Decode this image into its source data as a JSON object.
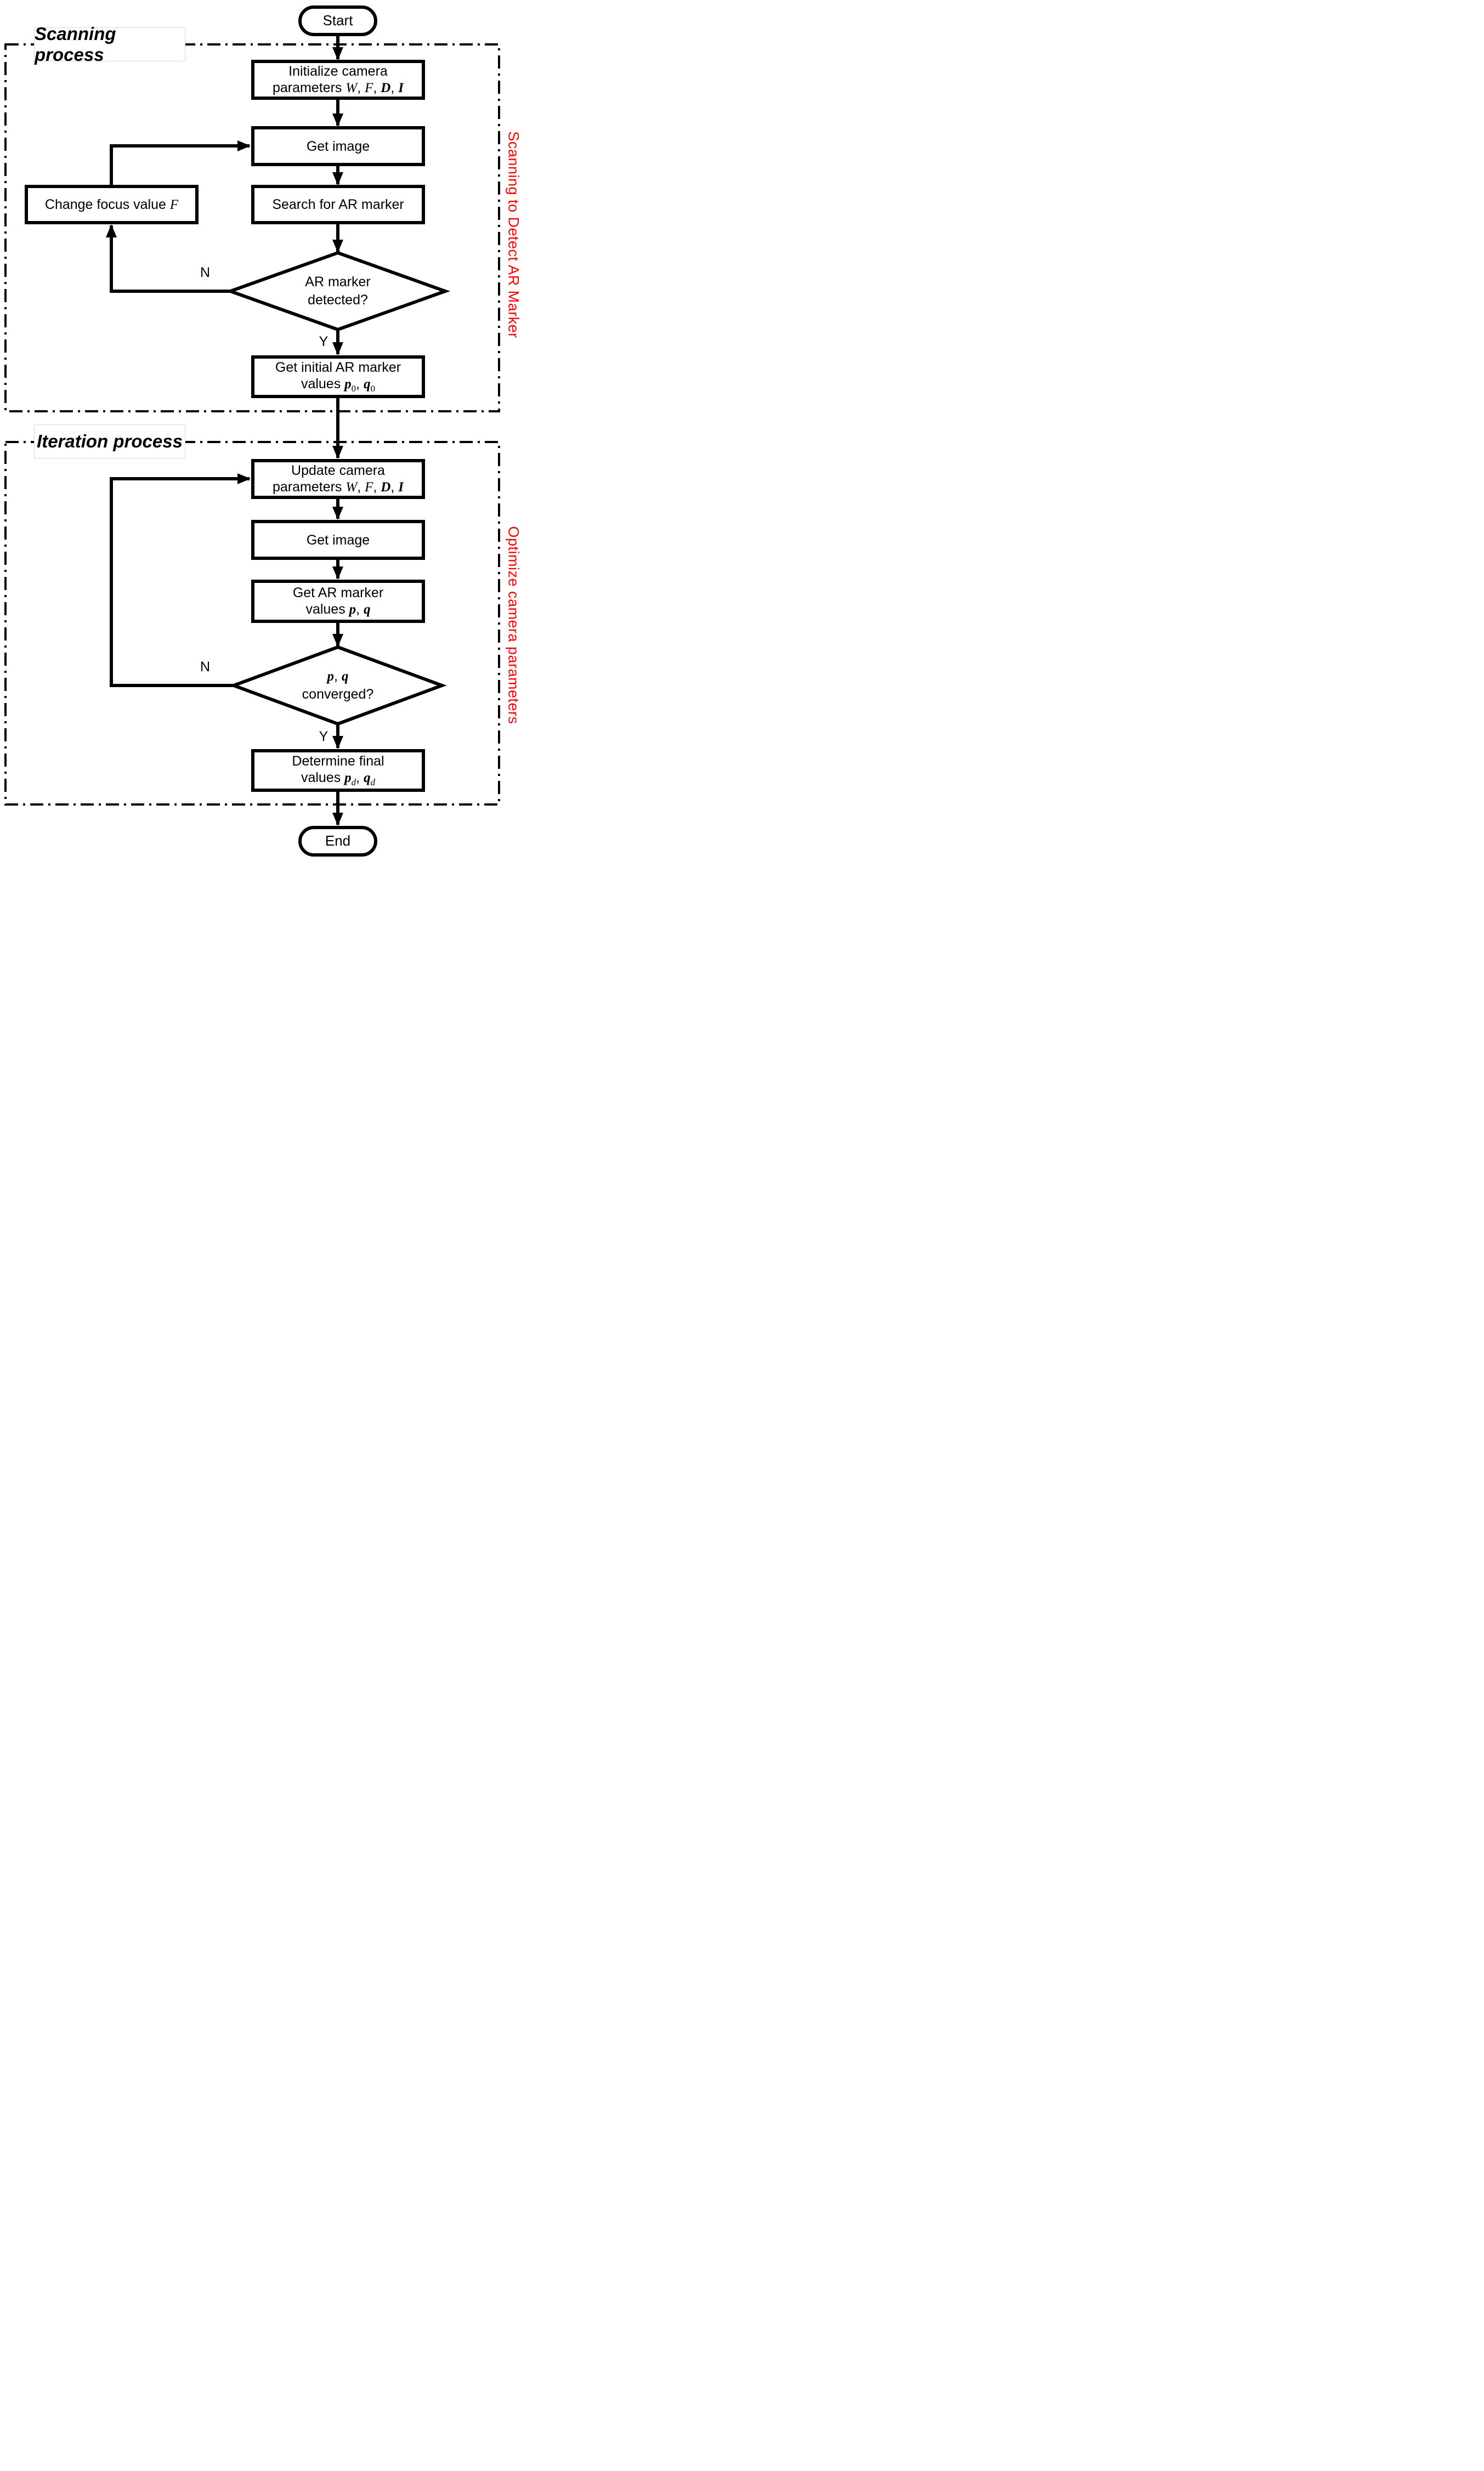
{
  "regions": {
    "scanning": {
      "label": "Scanning process",
      "side_label": "Scanning to Detect AR Marker"
    },
    "iteration": {
      "label": "Iteration process",
      "side_label": "Optimize camera parameters"
    }
  },
  "colors": {
    "side_label": "#ff0000",
    "line": "#000000",
    "background": "#ffffff"
  },
  "nodes": {
    "start": {
      "label": "Start"
    },
    "init": {
      "line1": "Initialize camera",
      "line2": [
        "parameters ",
        "W",
        ", ",
        "F",
        ", ",
        "D",
        ", ",
        "I"
      ]
    },
    "get_image_1": {
      "label": "Get image"
    },
    "search": {
      "label": "Search for AR marker"
    },
    "detected": {
      "line1": "AR marker",
      "line2": "detected?"
    },
    "change_focus": {
      "frags": [
        "Change focus value ",
        "F"
      ]
    },
    "get_initial": {
      "line1": "Get initial AR marker",
      "line2": [
        "values ",
        "p",
        "0",
        ", ",
        "q",
        "0"
      ]
    },
    "update": {
      "line1": "Update camera",
      "line2": [
        "parameters ",
        "W",
        ", ",
        "F",
        ", ",
        "D",
        ", ",
        "I"
      ]
    },
    "get_image_2": {
      "label": "Get image"
    },
    "get_ar": {
      "line1": "Get AR marker",
      "line2": [
        "values ",
        "p",
        ", ",
        "q"
      ]
    },
    "converged": {
      "line1": [
        "p",
        ", ",
        "q"
      ],
      "line2": "converged?"
    },
    "determine": {
      "line1": "Determine final",
      "line2": [
        "values ",
        "p",
        "d",
        ", ",
        "q",
        "d"
      ]
    },
    "end": {
      "label": "End"
    }
  },
  "branch_labels": {
    "detected_no": "N",
    "detected_yes": "Y",
    "converged_no": "N",
    "converged_yes": "Y"
  }
}
